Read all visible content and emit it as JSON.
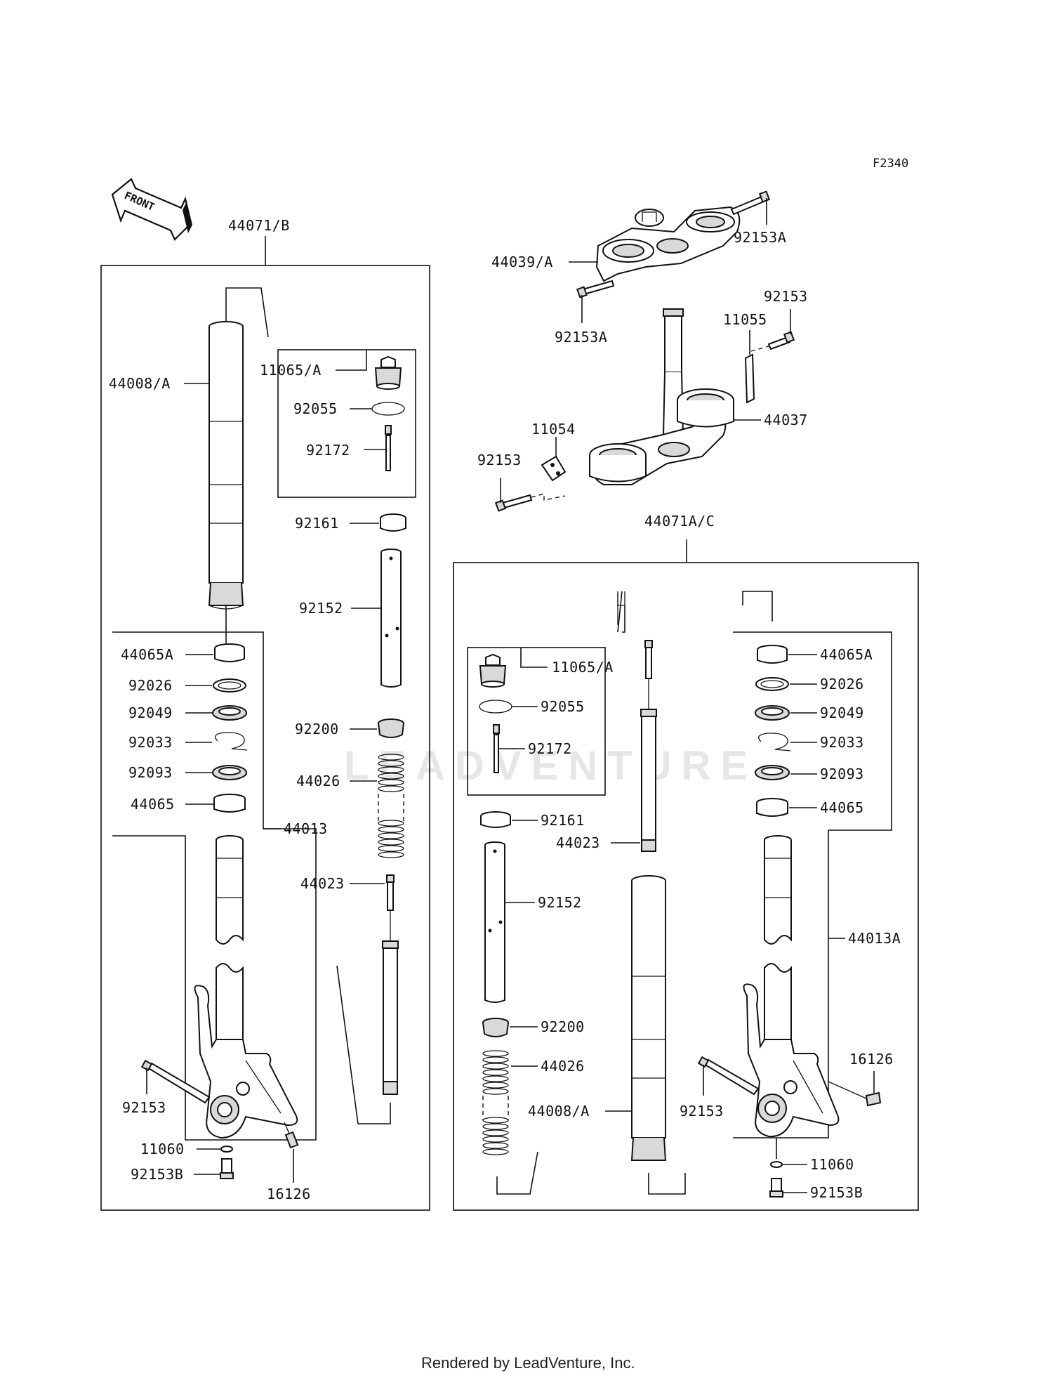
{
  "diagram_code": "F2340",
  "front_label": "FRONT",
  "watermark": "LEADVENTURE",
  "footer": "Rendered by LeadVenture, Inc.",
  "labels": {
    "left_fork_assembly": "44071/B",
    "left_outer_tube": "44008/A",
    "left_cap_kit": "11065/A",
    "left_oring": "92055",
    "left_cap_valve": "92172",
    "left_spacer_collar": "92161",
    "left_pipe": "92152",
    "left_bushing_a": "44065A",
    "left_washer": "92026",
    "left_oil_seal": "92049",
    "left_circlip": "92033",
    "left_dust_seal": "92093",
    "left_bushing": "44065",
    "left_inner_tube": "44013",
    "left_piston": "92200",
    "left_spring": "44026",
    "left_cylinder": "44023",
    "left_bolt": "92153",
    "left_gasket": "11060",
    "left_drain_bolt": "92153B",
    "left_bleed_screw": "16126",
    "upper_bracket": "44039/A",
    "upper_bolt_right": "92153A",
    "upper_bolt_left": "92153A",
    "stem_bolt": "92153",
    "bracket_right": "11055",
    "steering_stem": "44037",
    "bracket_left": "11054",
    "stem_bolt_left": "92153",
    "right_fork_assembly": "44071A/C",
    "right_cap_kit": "11065/A",
    "right_oring": "92055",
    "right_cap_valve": "92172",
    "right_spacer_collar": "92161",
    "right_cylinder": "44023",
    "right_pipe": "92152",
    "right_piston": "92200",
    "right_spring": "44026",
    "right_outer_tube": "44008/A",
    "right_bushing_a": "44065A",
    "right_washer": "92026",
    "right_oil_seal": "92049",
    "right_circlip": "92033",
    "right_dust_seal": "92093",
    "right_bushing": "44065",
    "right_inner_tube": "44013A",
    "right_bleed_screw": "16126",
    "right_bolt": "92153",
    "right_gasket": "11060",
    "right_drain_bolt": "92153B"
  }
}
